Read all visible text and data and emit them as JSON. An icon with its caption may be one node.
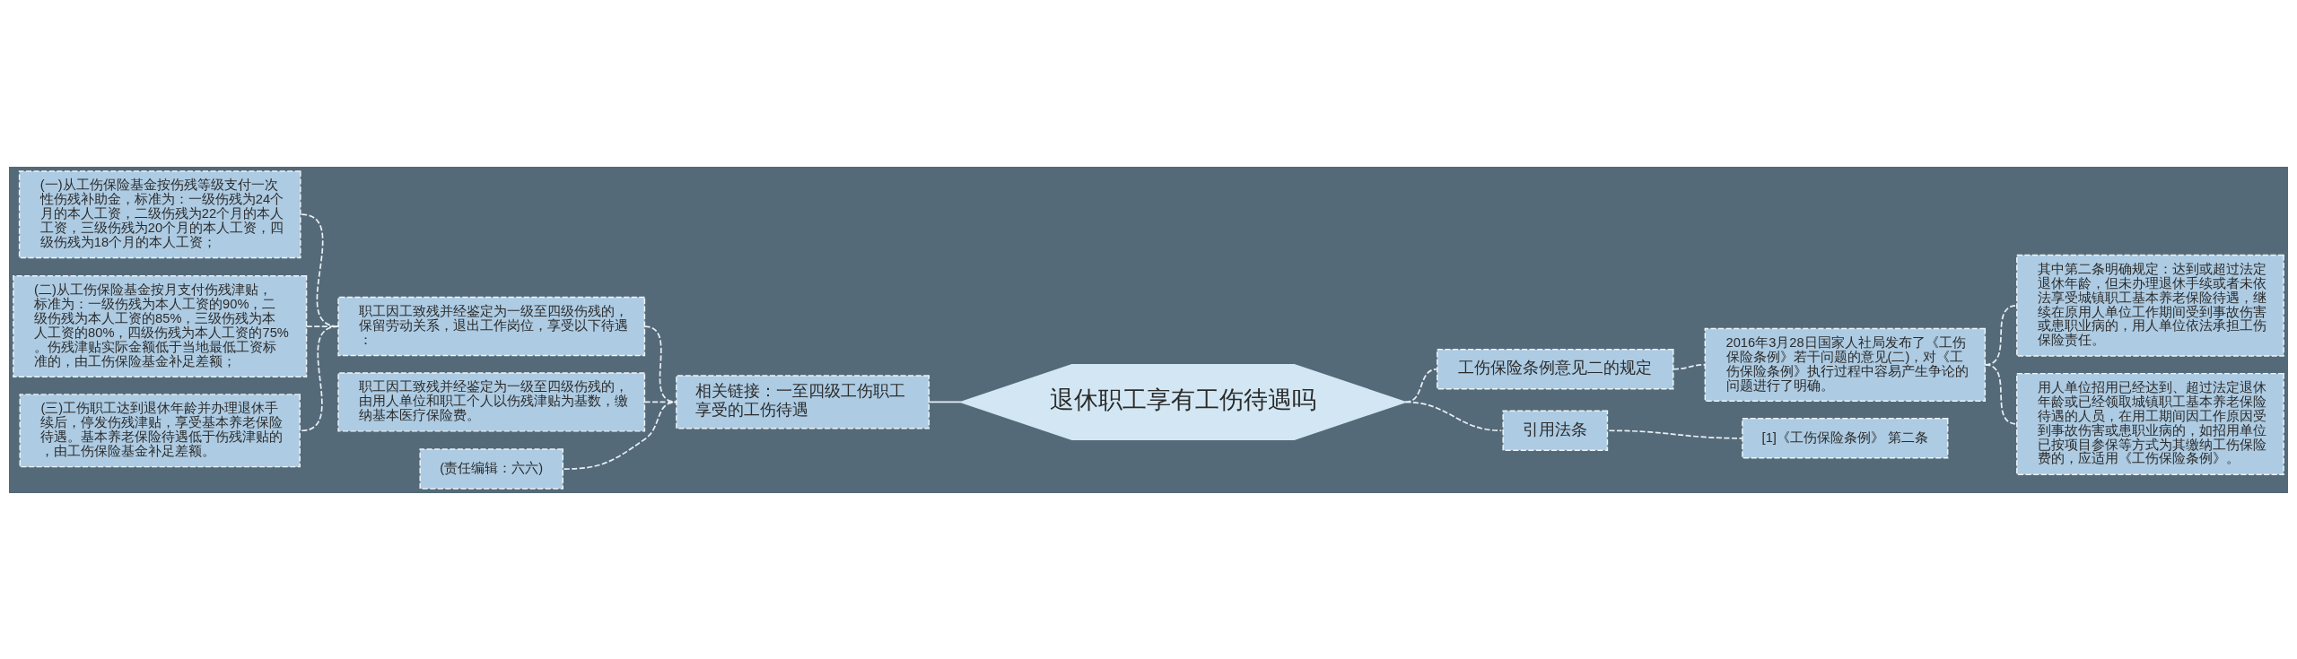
{
  "diagram": {
    "nodes": [
      {
        "text": [
          "退休职工享有工伤待遇吗"
        ]
      },
      {
        "text": [
          "相关链接：一至四级工伤职工享受的工伤待遇"
        ]
      },
      {
        "text": [
          "职工因工致残并经鉴定为一级至四级伤残的，保留劳动关系，退出工作岗位，享受以下待遇："
        ]
      },
      {
        "text": [
          "(一)从工伤保险基金按伤残等级支付一次性伤残补助金，标准为：一级伤残为24个月的本人工资，二级伤残为22个月的本人工资，三级伤残为20个月的本人工资，四级伤残为18个月的本人工资；"
        ]
      },
      {
        "text": [
          "(二)从工伤保险基金按月支付伤残津贴，标准为：一级伤残为本人工资的90%，二级伤残为本人工资的85%，三级伤残为本人工资的80%，四级伤残为本人工资的75%。伤残津贴实际金额低于当地最低工资标准的，由工伤保险基金补足差额；"
        ]
      },
      {
        "text": [
          "(三)工伤职工达到退休年龄并办理退休手续后，停发伤残津贴，享受基本养老保险待遇。基本养老保险待遇低于伤残津贴的，由工伤保险基金补足差额。"
        ]
      },
      {
        "text": [
          "职工因工致残并经鉴定为一级至四级伤残的，由用人单位和职工个人以伤残津贴为基数，缴纳基本医疗保险费。"
        ]
      },
      {
        "text": [
          "(责任编辑：六六)"
        ]
      },
      {
        "text": [
          "工伤保险条例意见二的规定"
        ]
      },
      {
        "text": [
          "2016年3月28日国家人社局发布了《工伤保险条例》若干问题的意见(二)，对《工伤保险条例》执行过程中容易产生争论的问题进行了明确。"
        ]
      },
      {
        "text": [
          "其中第二条明确规定：达到或超过法定退休年龄，但未办理退休手续或者未依法享受城镇职工基本养老保险待遇，继续在原用人单位工作期间受到事故伤害或患职业病的，用人单位依法承担工伤保险责任。"
        ]
      },
      {
        "text": [
          "用人单位招用已经达到、超过法定退休年龄或已经领取城镇职工基本养老保险待遇的人员，在用工期间因工作原因受到事故伤害或患职业病的，如招用单位已按项目参保等方式为其缴纳工伤保险费的，应适用《工伤保险条例》。"
        ]
      },
      {
        "text": [
          "引用法条"
        ]
      },
      {
        "text": [
          "[1]《工伤保险条例》 第二条"
        ]
      }
    ],
    "edges": [
      {
        "from": 0,
        "to": 1,
        "arrow": "none"
      },
      {
        "from": 1,
        "to": 2,
        "arrow": "none",
        "style": "dashed"
      },
      {
        "from": 2,
        "to": 3,
        "arrow": "none",
        "style": "dashed"
      },
      {
        "from": 2,
        "to": 4,
        "arrow": "none",
        "style": "dashed"
      },
      {
        "from": 2,
        "to": 5,
        "arrow": "none",
        "style": "dashed"
      },
      {
        "from": 1,
        "to": 6,
        "arrow": "none",
        "style": "dashed"
      },
      {
        "from": 1,
        "to": 7,
        "arrow": "none",
        "style": "dashed"
      },
      {
        "from": 0,
        "to": 8,
        "arrow": "none",
        "style": "dashed"
      },
      {
        "from": 8,
        "to": 9,
        "arrow": "none",
        "style": "dashed"
      },
      {
        "from": 9,
        "to": 10,
        "arrow": "none",
        "style": "dashed"
      },
      {
        "from": 9,
        "to": 11,
        "arrow": "none",
        "style": "dashed"
      },
      {
        "from": 0,
        "to": 12,
        "arrow": "none",
        "style": "dashed"
      },
      {
        "from": 12,
        "to": 13,
        "arrow": "none",
        "style": "dashed"
      }
    ]
  }
}
